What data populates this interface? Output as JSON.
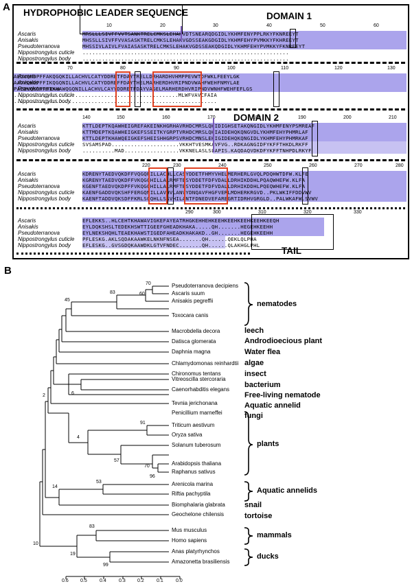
{
  "panel_a": {
    "letter": "A",
    "title": "HYDROPHOBIC LEADER SEQUENCE",
    "domain1": "DOMAIN 1",
    "domain2": "DOMAIN 2",
    "tail": "TAIL",
    "organisms": [
      "Ascaris",
      "Anisakis",
      "Pseudoterranova",
      "Nippostrongylus cuticle",
      "Nippostrongylus body"
    ],
    "blocks": [
      {
        "ruler": [
          "10",
          "20",
          "30",
          "40",
          "50",
          "60"
        ],
        "seqs": [
          "MRSLLLSIVFFVVTSANKTRELCMKSLEHAKVDTSNEARQDGIDLYKHMFENYPPLRKYFKNREEYT",
          "MHSSLLSIVFFVVASASKTRELCMKSLEHAKVGDSSEAKGDGIDLYKHMFEHYPVMKKYFKHREEYT",
          "MHSSIVLAIVLFVAIASASKTRELCMKSLEHAKVGDSSEAKQDGIDLYKHMFEHYPVMKKYFKNREEYT",
          "................................................................",
          "................................................................"
        ]
      },
      {
        "ruler": [
          "70",
          "80",
          "90",
          "100",
          "110",
          "120",
          "130"
        ],
        "seqs": [
          "AEDVQNDPFFAKQGQKILLACHVLCATYDDRETFDAYTRELLDRHARDHVHMPPEVWTDFWKLFEEYLGK",
          "AADVQKDPFFIKQGQNILLACHVLCATYDDREFFDAYTHELMARHERDHVRIPNDVWAHFWEHFNMYLAE",
          "PAEDVQKDPFFIKHAWQGQNILLACHVLCAYYDDRETFDAYVAGELMARHERDHVRIPNDVWNHFWEHFEFLGS",
          "...................................................MLWFVAVCFAIA",
          "..............................................................."
        ]
      },
      {
        "ruler": [
          "140",
          "150",
          "160",
          "170",
          "180",
          "190",
          "200",
          "210"
        ],
        "seqs": [
          "KTTLDEPTKQAWHEIGREFAKEINKHGRHAVRHDCMRSLQHIDIGHSETAKQNGIDLYKHMFENYPSMREAF",
          "KTTMDEPTKQAWHEIGKEFSSEITKYGRPTVRHDCMRSLQHIAIDEHQKQNGVDLYKHMFEHYPHMRLAF",
          "KTTLDEPTKHAWQEIGKEFSHEISHHGRPSVRHDCMNSLEHIGIDEHQKQNGIDLYKHMFEHYPHMRKAF",
          "SVSAMSPAD.....................VKKHTVESMKAVFVG..RDKAGNGIDFYKFFTHKDLRKFF",
          "..........MAD.................VKKNELASLSLAPIS.KAQDAQVDKDFYKFFTNHPDLRKYF"
        ]
      },
      {
        "ruler": [
          "220",
          "230",
          "240",
          "250",
          "260",
          "270",
          "280"
        ],
        "seqs": [
          "KDRENYTAEDVQKDFFVQGQRILLACHLLCASYDDETFHMYVHELMERHERLGVQLPDQHWTDFW.KLFE",
          "KGRENYTAEDVQKDFFVKQGQHILLALRMFTESYDDETFDFVDALLDRHIKDDHLPQAQWHEFW.KLFA",
          "KGENFTAEDVQKDPFFVKQGQHILLALRMFTESYDDETFDFVDALLDRHIKDDHLPQEQWHEFW.KLFA",
          "KAENFGADDVQKSHFFERGQNILLAVHVLANVYDNQAVFHGFVERLMDHERKRGVD..PKLWKIFFDDVWV",
          "KAENFTADDVQKSDFFKRLSGQHLLSSVHILANTFDNEDVEFAREGRTIDRHVGRGLD..PALWKAFW.SVWV"
        ]
      },
      {
        "ruler": [
          "290",
          "300",
          "310",
          "320",
          "330"
        ],
        "seqs": [
          "EFLEKKS..HLCEHTKHAWAVIGKEFAYEATRHGKEHHEHKEEHKEEHKEEHKEEHKEEQH",
          "EYLDQKSHSLTEDEKHSWTTIGEEFGHEADKHAKA.....QH.......HEGEHKEEHH",
          "EYLNEKSHQHLTEAEKHAWSTIGEDFAHEADKHAKAKD..GH.......HEGEHKEEHH",
          "PFLESKG.AKLSQDAKAAWKELNKNFNSEA.......QH......QEKLQLPHA",
          "EFLESKG..GVSGDQKAAWDKLGTVFNDEC.......QH......QLAKHGLPHL"
        ]
      }
    ]
  },
  "panel_b": {
    "letter": "B",
    "leaves": [
      "Pseudoterranova decipiens",
      "Ascaris suum",
      "Anisakis pegreffii",
      "Toxocara canis",
      "Macrobdella decora",
      "Datisca glomerata",
      "Daphnia magna",
      "Chlamydomonas reinhardtii",
      "Chironomus tentans",
      "Vitreoscilla stercoraria",
      "Caenorhabditis elegans",
      "Tevnia jerichonana",
      "Penicillium marneffei",
      "Triticum aestivum",
      "Oryza sativa",
      "Solanum tuberosum",
      "Arabidopsis thaliana",
      "Raphanus sativus",
      "Arenicola marina",
      "Riftia pachyptila",
      "Biomphalaria glabrata",
      "Geochelone chilensis",
      "Mus musculus",
      "Homo sapiens",
      "Anas platyrhynchos",
      "Amazonetta brasiliensis"
    ],
    "bootstrap": [
      "70",
      "60",
      "83",
      "45",
      "2",
      "6",
      "4",
      "91",
      "57",
      "70",
      "96",
      "53",
      "14",
      "83",
      "10",
      "19",
      "99"
    ],
    "groups": [
      "nematodes",
      "leech",
      "Androdioecious plant",
      "Water flea",
      "algae",
      "insect",
      "bacterium",
      "Free-living nematode",
      "Aquatic annelid",
      "fungi",
      "plants",
      "Aquatic annelids",
      "snail",
      "tortoise",
      "mammals",
      "ducks"
    ],
    "axis_ticks": [
      "0.6",
      "0.5",
      "0.4",
      "0.3",
      "0.2",
      "0.1",
      "0.0"
    ]
  }
}
